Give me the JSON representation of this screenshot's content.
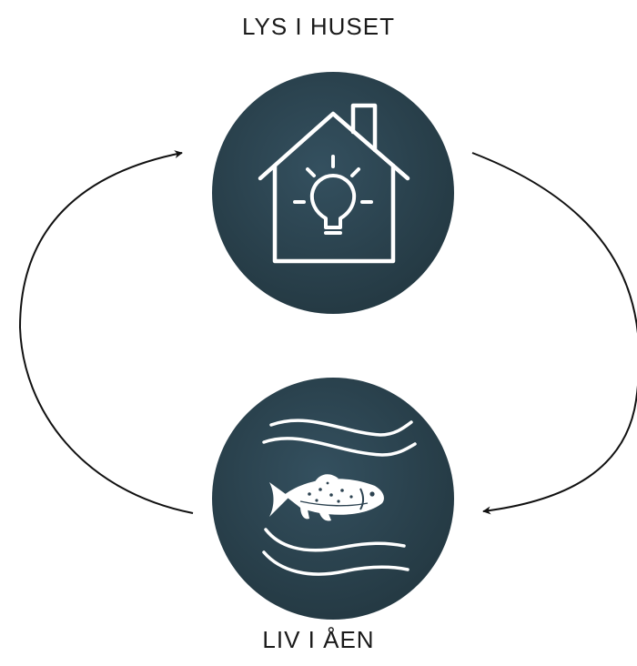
{
  "top_node": {
    "label": "LYS I HUSET",
    "icon": "house-lightbulb-icon",
    "fill_color": "#2c4250"
  },
  "bottom_node": {
    "label": "LIV I ÅEN",
    "icon": "fish-waves-icon",
    "fill_color": "#2c4250"
  },
  "arrows": {
    "color": "#111111",
    "right_arrow": "top-to-bottom",
    "left_arrow": "bottom-to-top"
  }
}
